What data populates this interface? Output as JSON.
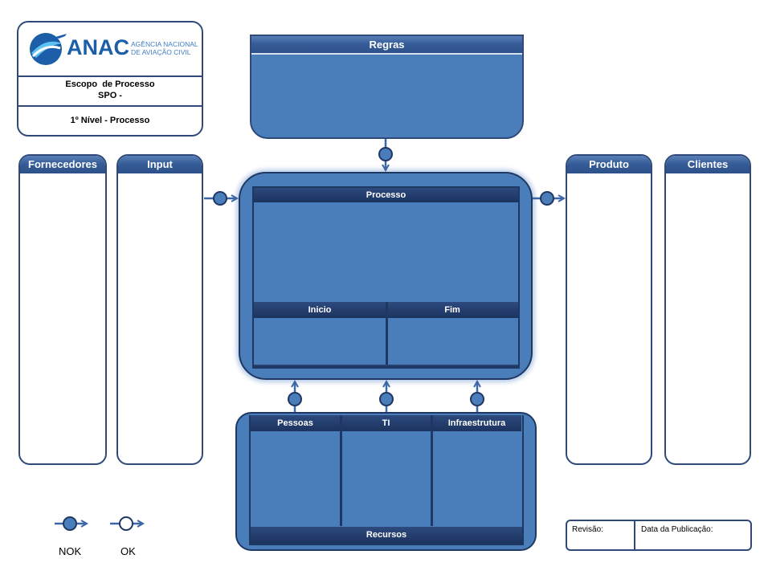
{
  "logo": {
    "brand": "ANAC",
    "line1": "AGÊNCIA NACIONAL",
    "line2": "DE AVIAÇÃO CIVIL"
  },
  "scope": {
    "title_line1": "Escopo  de Processo",
    "title_line2": "SPO -",
    "level": "1º Nível - Processo"
  },
  "columns": {
    "fornecedores": "Fornecedores",
    "input": "Input",
    "produto": "Produto",
    "clientes": "Clientes"
  },
  "regras": {
    "title": "Regras"
  },
  "processo": {
    "title": "Processo",
    "inicio": "Inicio",
    "fim": "Fim"
  },
  "recursos": {
    "pessoas": "Pessoas",
    "ti": "TI",
    "infra": "Infraestrutura",
    "footer": "Recursos"
  },
  "legend": {
    "nok": "NOK",
    "ok": "OK"
  },
  "footer": {
    "revisao": "Revisão:",
    "data_publicacao": "Data da Publicação:"
  },
  "colors": {
    "fill": "#4a7ebb",
    "dark": "#1f3763",
    "border": "#2f4a78",
    "connector": "#3c66a6"
  }
}
